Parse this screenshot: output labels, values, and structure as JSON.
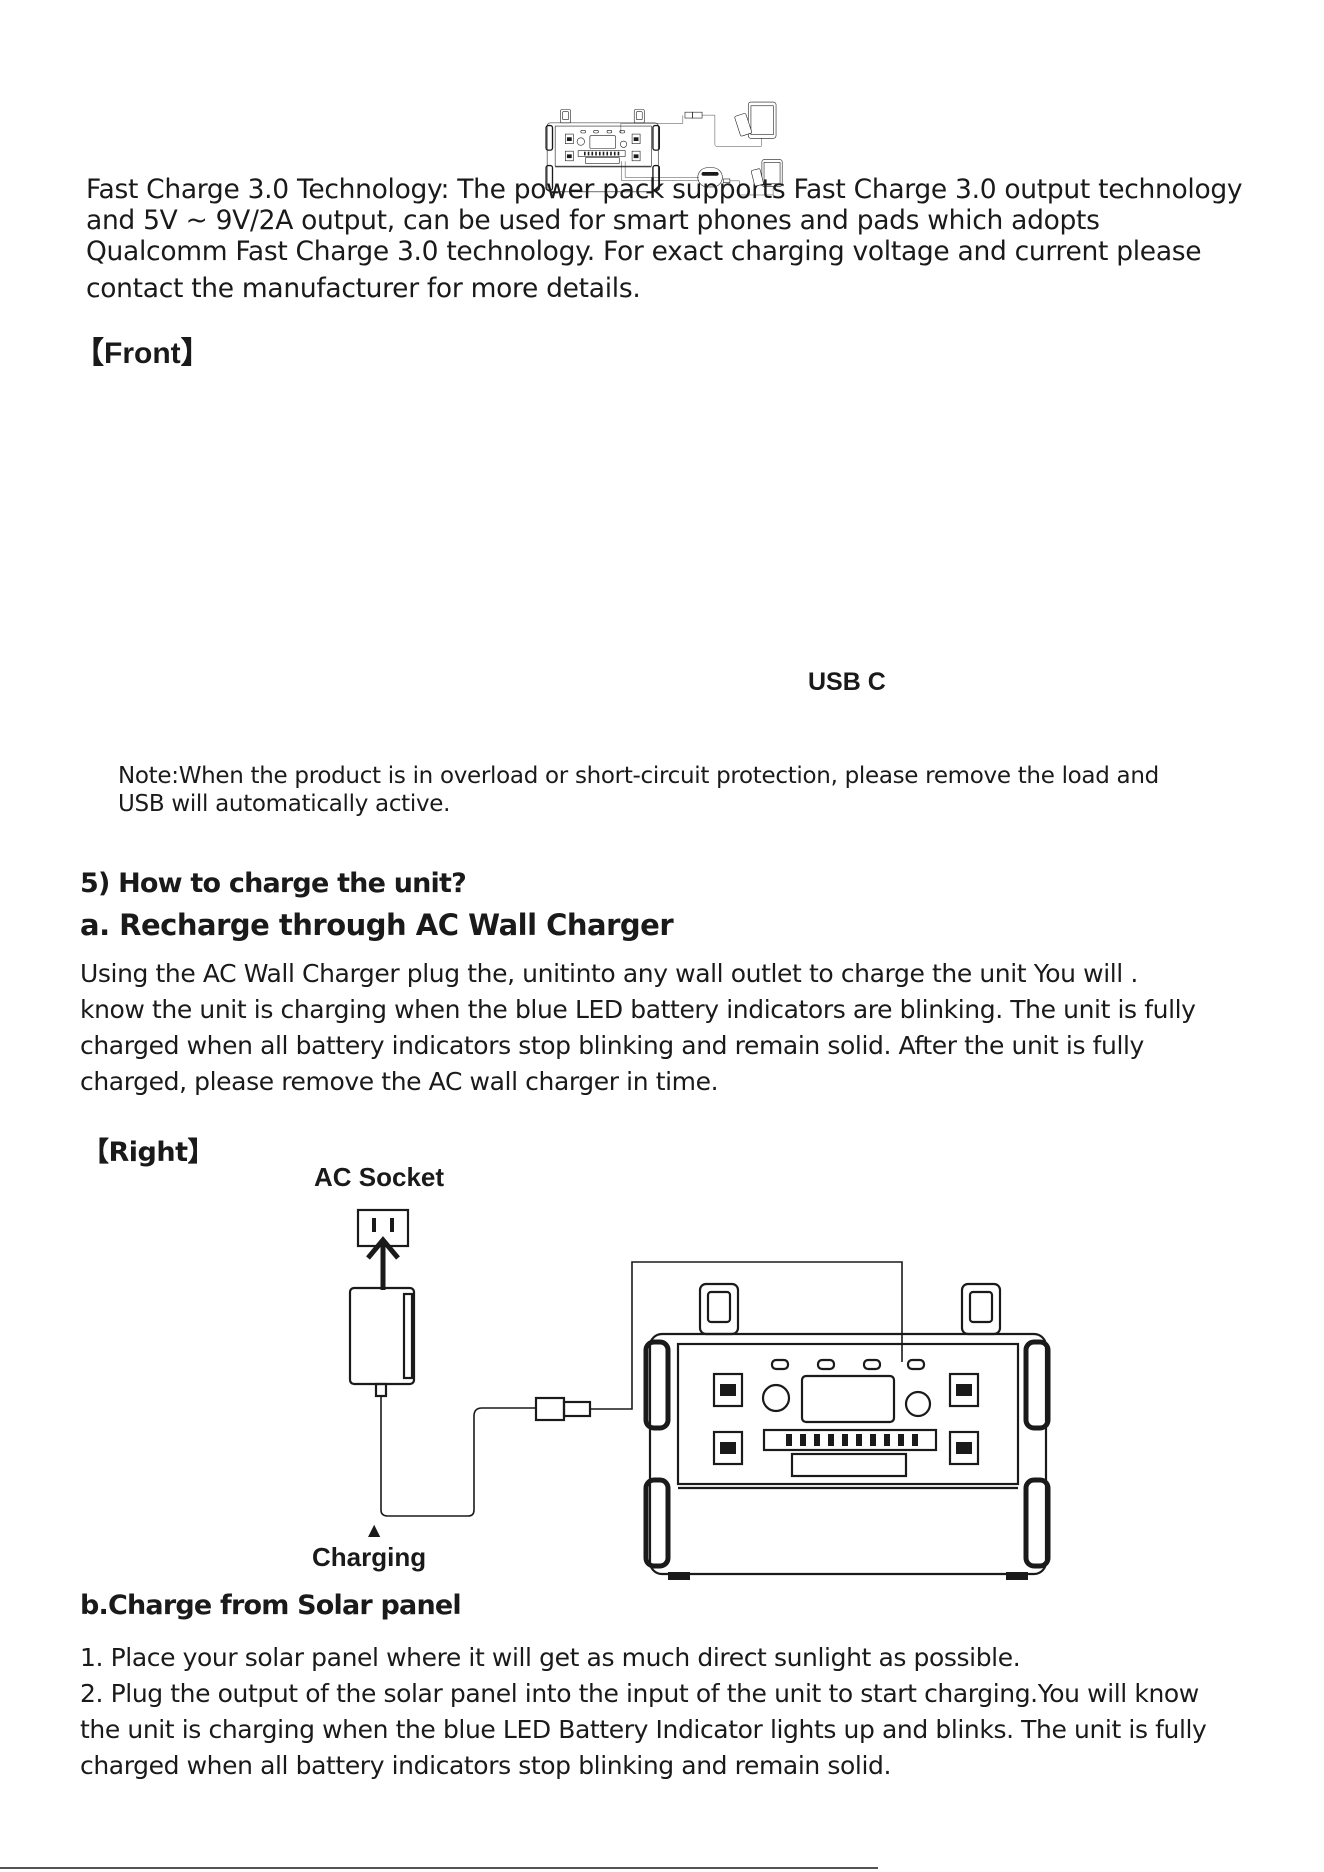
{
  "fast_charge": {
    "heading": "Fast Charge 3.0 Technology:",
    "line1_rest": " The power pack supports Fast Charge 3.0 output technology",
    "line2": "and 5V ~ 9V/2A output, can be used for smart phones and pads which adopts",
    "line3": "Qualcomm Fast Charge 3.0 technology. For exact charging voltage and current please",
    "line4": "contact the manufacturer for more details."
  },
  "front_label": "【Front】",
  "usb_c_label": "USB C",
  "note": {
    "line1": "Note:When the product is in overload or short-circuit protection, please remove the load and",
    "line2": "USB will automatically active."
  },
  "section5": {
    "heading": "5) How to charge the unit?",
    "sub_a": "a. Recharge through AC Wall Charger",
    "para_lines": [
      "Using the AC Wall Charger  plug the, unitinto  any wall outlet to charge the unit  You will .",
      "know the unit is charging when the blue LED battery indicators are blinking. The unit is fully",
      "charged when all battery indicators stop blinking and remain solid. After the unit is fully",
      "charged, please remove the AC wall charger in time."
    ]
  },
  "right_label": "【Right】",
  "ac_socket_label": "AC Socket",
  "charging_arrow": "▲",
  "charging_label": "Charging",
  "solar": {
    "heading": "b.Charge from Solar panel",
    "lines": [
      "1. Place your solar panel where it will get as much direct sunlight as possible.",
      "2. Plug the output of the solar panel into the input of the unit to start charging.You will know",
      "the unit is charging when the blue LED Battery Indicator lights up and blinks. The unit is fully",
      "charged when all battery indicators stop blinking and remain solid."
    ]
  }
}
